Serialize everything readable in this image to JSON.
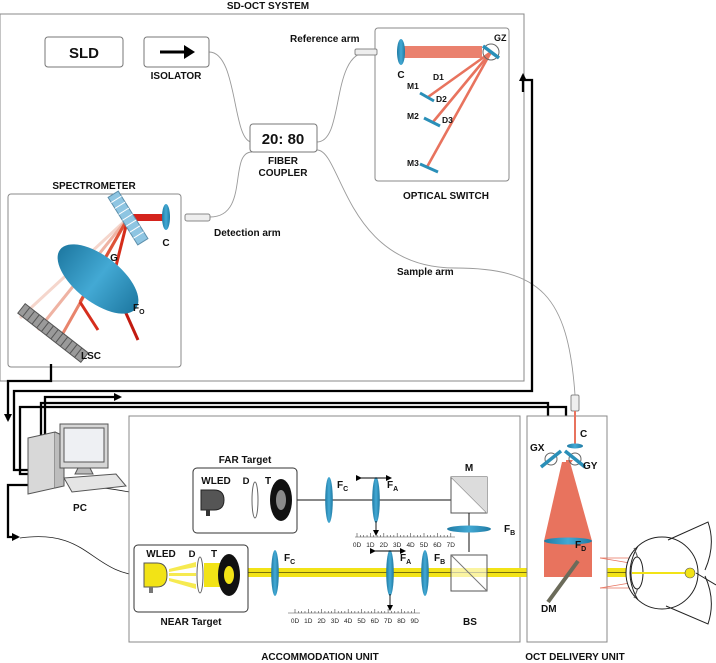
{
  "titles": {
    "system": "SD-OCT SYSTEM",
    "accommodation": "ACCOMMODATION UNIT",
    "delivery": "OCT DELIVERY UNIT",
    "spectrometer": "SPECTROMETER",
    "optical_switch": "OPTICAL SWITCH"
  },
  "sd_oct": {
    "sld": "SLD",
    "isolator": "ISOLATOR",
    "coupler_ratio": "20: 80",
    "coupler_line1": "FIBER",
    "coupler_line2": "COUPLER",
    "reference_arm": "Reference arm",
    "detection_arm": "Detection arm",
    "sample_arm": "Sample arm"
  },
  "optical_switch": {
    "collimator": "C",
    "galvo": "GZ",
    "d1": "D1",
    "d2": "D2",
    "d3": "D3",
    "m1": "M1",
    "m2": "M2",
    "m3": "M3"
  },
  "spectrometer": {
    "grating": "G",
    "collimator": "C",
    "lens": "F",
    "lens_sub": "O",
    "camera": "LSC"
  },
  "pc": {
    "label": "PC"
  },
  "accommodation": {
    "far_target": "FAR Target",
    "near_target": "NEAR Target",
    "wled_far": "WLED",
    "wled_near": "WLED",
    "diffuser_far": "D",
    "diffuser_near": "D",
    "target_far": "T",
    "target_near": "T",
    "fc_far": {
      "main": "F",
      "sub": "C"
    },
    "fa_far": {
      "main": "F",
      "sub": "A"
    },
    "fc_near": {
      "main": "F",
      "sub": "C"
    },
    "fa_near": {
      "main": "F",
      "sub": "A"
    },
    "fb_near": {
      "main": "F",
      "sub": "B"
    },
    "fb_mirror": {
      "main": "F",
      "sub": "B"
    },
    "mirror": "M",
    "beamsplitter": "BS",
    "far_scale": [
      "0D",
      "1D",
      "2D",
      "3D",
      "4D",
      "5D",
      "6D",
      "7D"
    ],
    "near_scale": [
      "0D",
      "1D",
      "2D",
      "3D",
      "4D",
      "5D",
      "6D",
      "7D",
      "8D",
      "9D"
    ]
  },
  "delivery": {
    "collimator": "C",
    "gx": "GX",
    "gy": "GY",
    "fd": {
      "main": "F",
      "sub": "D"
    },
    "dm": "DM"
  },
  "colors": {
    "oct_beam": "#e8735e",
    "lens": "#2a8fb8",
    "yellow_beam": "#f2e316",
    "fiber": "#9a9a9a"
  }
}
